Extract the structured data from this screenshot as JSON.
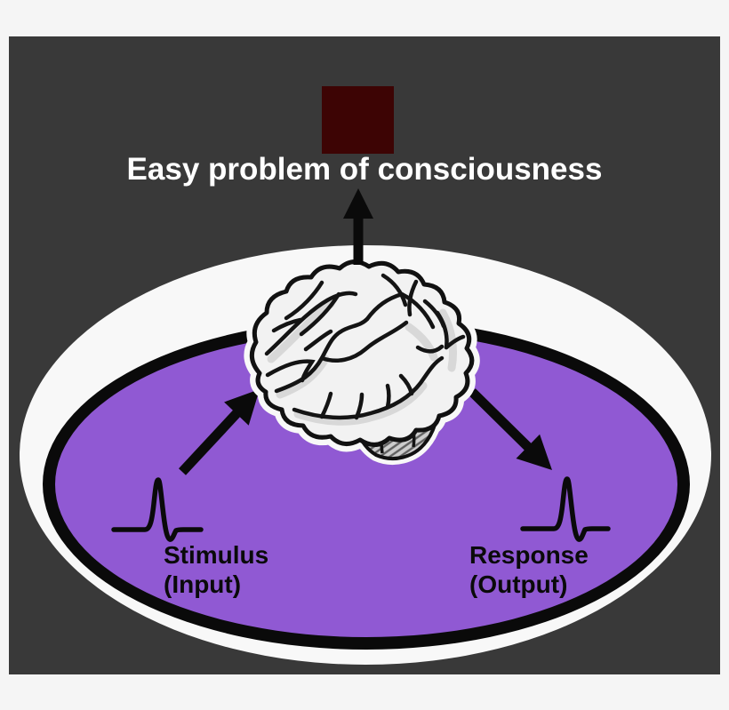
{
  "diagram": {
    "title": "Easy problem of consciousness",
    "input_label": {
      "line1": "Stimulus",
      "line2": "(Input)"
    },
    "output_label": {
      "line1": "Response",
      "line2": "(Output)"
    }
  },
  "icons": {
    "brain": "brain-illustration",
    "input_waveform": "spike-waveform-icon",
    "output_waveform": "spike-waveform-icon",
    "arrow_to_brain": "arrow-up-right-icon",
    "arrow_from_brain": "arrow-down-right-icon",
    "arrow_to_marker": "arrow-up-icon",
    "marker": "red-square-marker"
  },
  "colors": {
    "outer_background": "#f5f5f5",
    "panel_background": "#393939",
    "white_ellipse": "#f8f8f8",
    "purple_stage": "#9059d3",
    "outline": "#0a0a0a",
    "marker_red": "#3d0404",
    "title_text": "#ffffff",
    "label_text": "#0a0a0a",
    "brain_fill": "#f2f2f2",
    "cerebellum_fill": "#cdcdcd"
  }
}
